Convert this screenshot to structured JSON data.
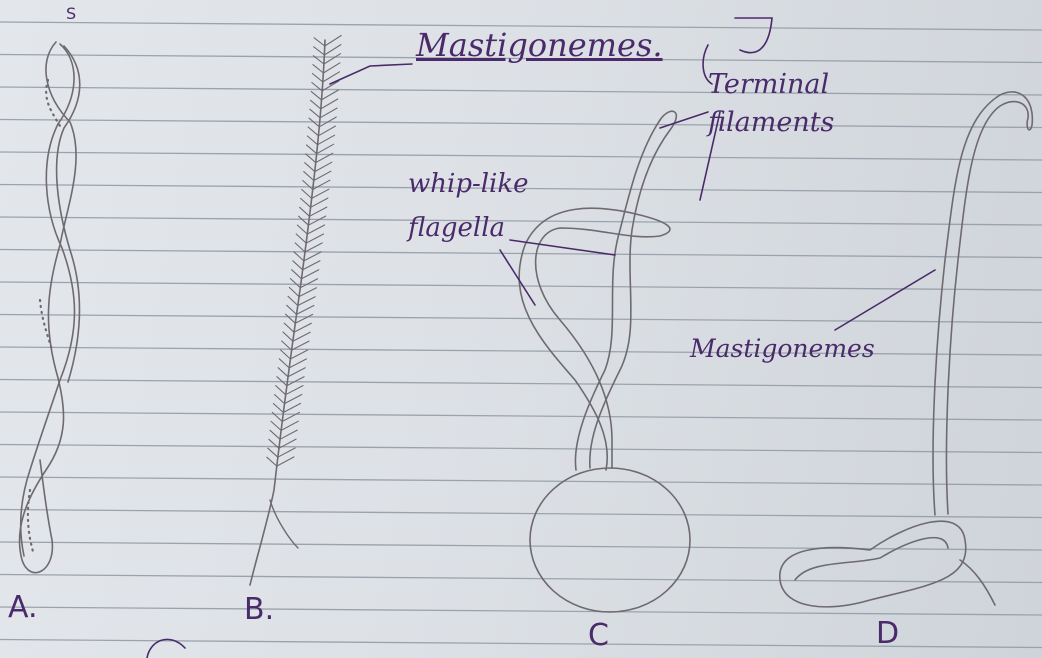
{
  "labels": {
    "mastigonemes_top": "Mastigonemes.",
    "terminal_filaments": "Terminal filaments",
    "whip_like_flagella": "whip-like flagella",
    "mastigonemes_right": "Mastigonemes",
    "s_mark": "S"
  },
  "figure_letters": {
    "a": "A.",
    "b": "B.",
    "c": "C",
    "d": "D"
  },
  "colors": {
    "ink": "#4a2a6a",
    "pencil": "#6e6a70",
    "ruled_line": "#9aa3ad",
    "paper": "#dde1e6"
  }
}
